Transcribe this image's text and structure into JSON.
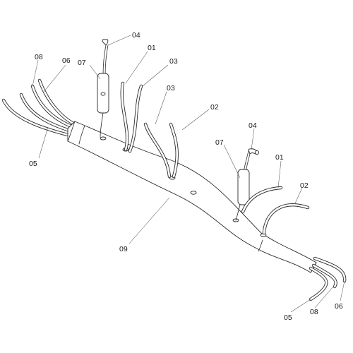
{
  "diagram": {
    "callouts": [
      {
        "id": "c-04-a",
        "text": "04"
      },
      {
        "id": "c-01-a",
        "text": "01"
      },
      {
        "id": "c-03-a",
        "text": "03"
      },
      {
        "id": "c-07-a",
        "text": "07"
      },
      {
        "id": "c-06-a",
        "text": "06"
      },
      {
        "id": "c-08-a",
        "text": "08"
      },
      {
        "id": "c-03-b",
        "text": "03"
      },
      {
        "id": "c-02-a",
        "text": "02"
      },
      {
        "id": "c-05-a",
        "text": "05"
      },
      {
        "id": "c-04-b",
        "text": "04"
      },
      {
        "id": "c-07-b",
        "text": "07"
      },
      {
        "id": "c-01-b",
        "text": "01"
      },
      {
        "id": "c-02-b",
        "text": "02"
      },
      {
        "id": "c-09",
        "text": "09"
      },
      {
        "id": "c-05-b",
        "text": "05"
      },
      {
        "id": "c-08-b",
        "text": "08"
      },
      {
        "id": "c-06-b",
        "text": "06"
      }
    ]
  }
}
